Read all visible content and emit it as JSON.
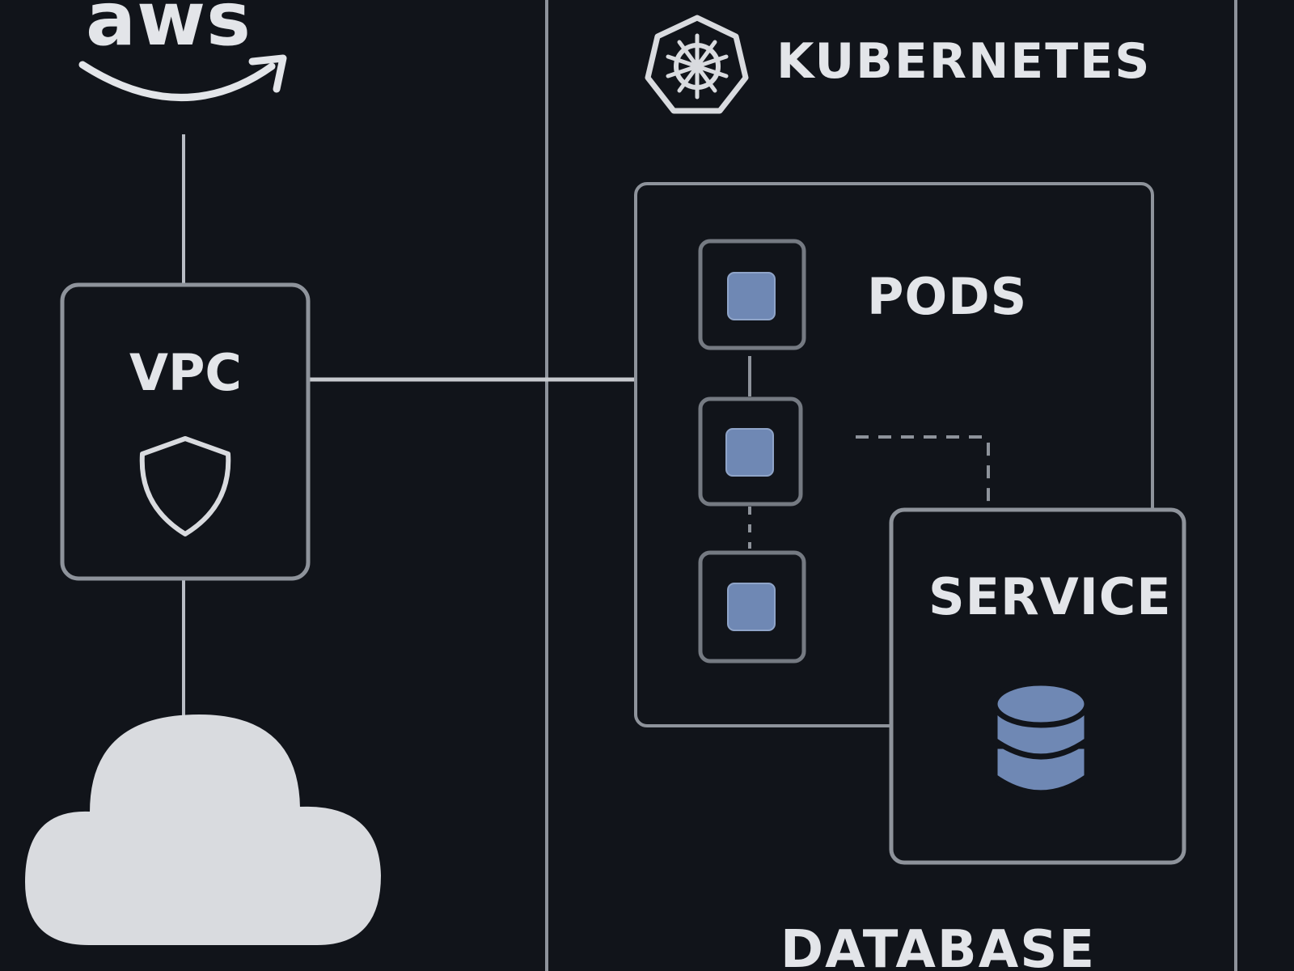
{
  "brand": {
    "wordmark": "aws"
  },
  "kubernetes": {
    "title": "KUBERNETES"
  },
  "vpc": {
    "label": "VPC"
  },
  "pods": {
    "label": "PODS"
  },
  "service": {
    "label": "SERVICE"
  },
  "database": {
    "label": "DATABASE"
  },
  "colors": {
    "background": "#11141a",
    "stroke": "#b8bcc4",
    "box_stroke": "#8e939b",
    "text": "#e3e5e9",
    "pod_fill": "#6f88b4",
    "database_fill": "#6f88b4",
    "cloud_fill": "#d9dbdf"
  },
  "icons": {
    "aws_smile": "aws-smile-icon",
    "kubernetes_logo": "kubernetes-helm-icon",
    "vpc_shield": "shield-icon",
    "cloud": "cloud-icon",
    "database": "database-cylinder-icon"
  }
}
